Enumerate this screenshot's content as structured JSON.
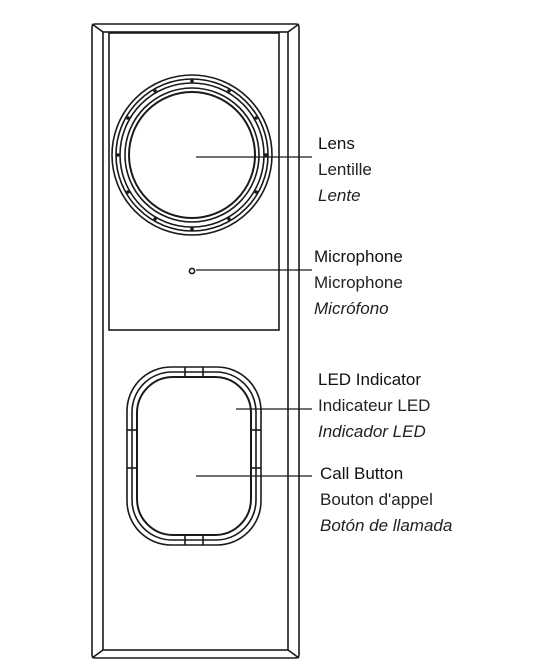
{
  "callouts": [
    {
      "id": "lens",
      "en": "Lens",
      "fr": "Lentille",
      "es": "Lente"
    },
    {
      "id": "microphone",
      "en": "Microphone",
      "fr": "Microphone",
      "es": "Micrófono"
    },
    {
      "id": "led-indicator",
      "en": "LED Indicator",
      "fr": "Indicateur LED",
      "es": "Indicador LED"
    },
    {
      "id": "call-button",
      "en": "Call Button",
      "fr": "Bouton d'appel",
      "es": "Botón de llamada"
    }
  ],
  "colors": {
    "line": "#1a1a1a",
    "background": "#ffffff"
  }
}
